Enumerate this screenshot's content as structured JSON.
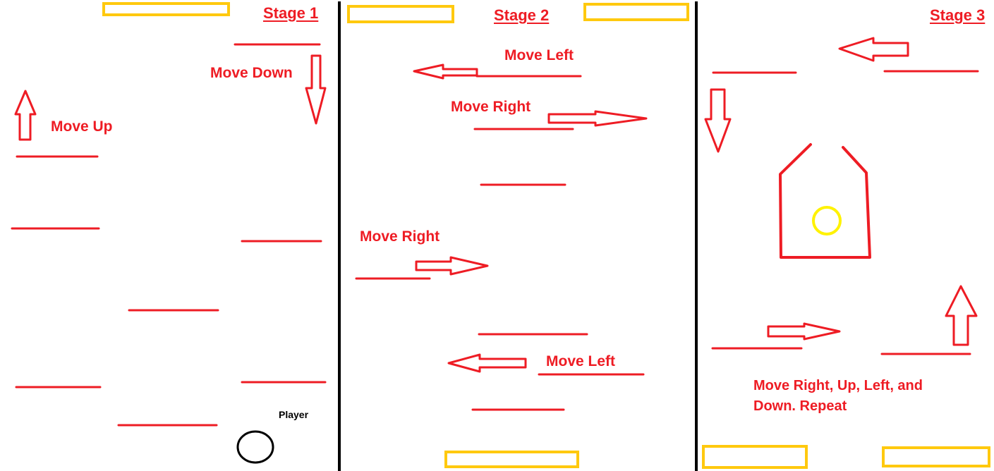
{
  "colors": {
    "platform": "#ee1c24",
    "arrow": "#ee1c24",
    "label": "#ee1c24",
    "goal_block": "#ffc90e",
    "coin": "#fff200",
    "divider": "#000000",
    "player": "#000000"
  },
  "stages": [
    {
      "title": "Stage 1",
      "notes": [
        "Move Down",
        "Move Up"
      ],
      "player_label": "Player"
    },
    {
      "title": "Stage 2",
      "notes": [
        "Move Left",
        "Move Right",
        "Move Right",
        "Move Left"
      ]
    },
    {
      "title": "Stage 3",
      "notes": [
        "Move Right, Up, Left, and",
        "Down. Repeat"
      ]
    }
  ]
}
